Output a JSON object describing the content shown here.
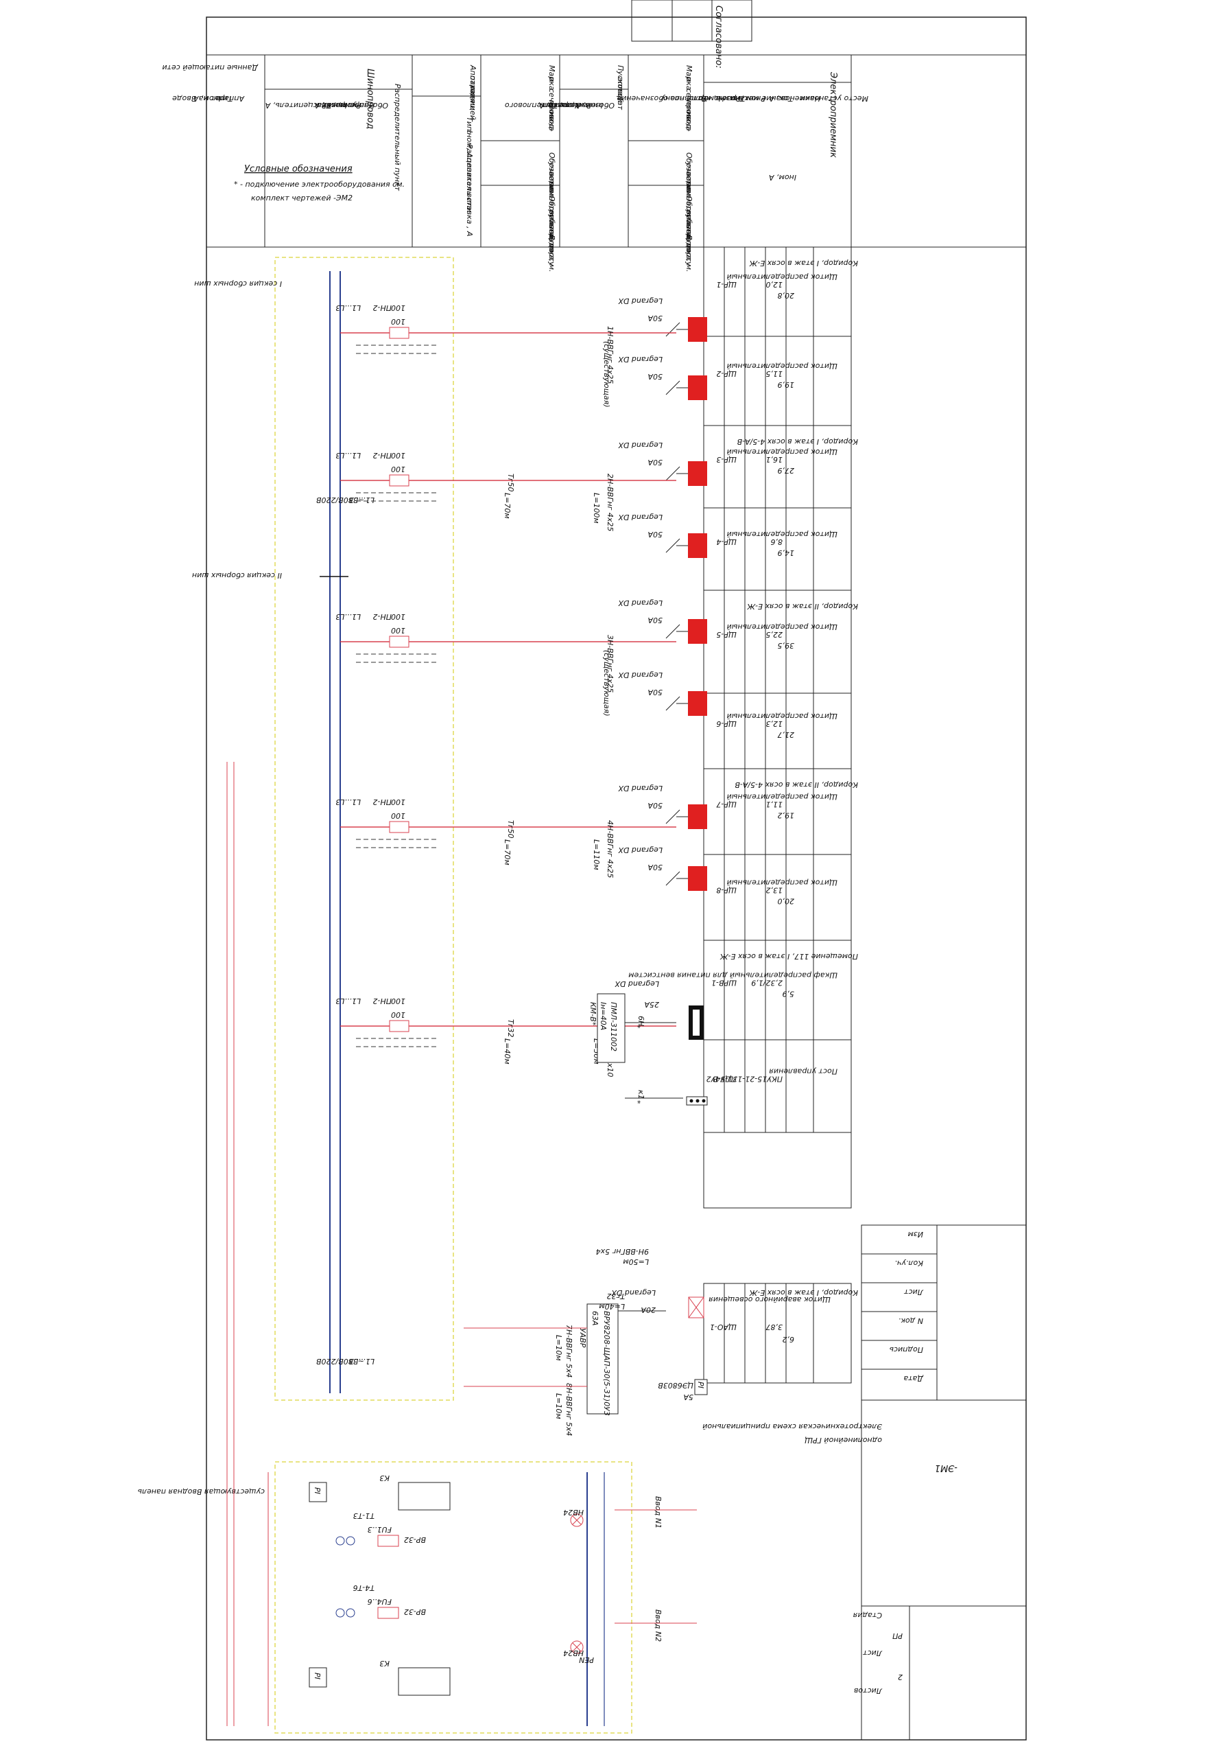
{
  "approval": {
    "label": "Согласовано:"
  },
  "header": {
    "receiver": "Электроприемник",
    "wire_brand": [
      "Марка",
      "и",
      "сечение",
      "провод-",
      "ника"
    ],
    "wire_net": [
      "Обозначен.",
      "участка",
      "сети",
      "длина, м."
    ],
    "wire_tube": [
      "Обозначен.",
      "трубы на",
      "плане, по",
      "стандарту",
      "Длина, м."
    ],
    "starter": [
      "Пусковой",
      "аппарат"
    ],
    "starter_rows": [
      "Обозначение, Тип",
      "Iном, А",
      "Расцепитель,",
      "Уставка теплового",
      "реле, А"
    ],
    "outgoing": [
      "Аппарат",
      "отходящей",
      "линии"
    ],
    "outgoing_rows": [
      "Тип:",
      "Iном, А",
      "Расцепитель или",
      "плавкая вставка , А"
    ],
    "busway": "Шинопровод",
    "dist_point": "Распределительный пункт",
    "busway_rows": [
      "Обозначение, Тип",
      "Напряжение,",
      "Руст., кВт",
      "Iрасч., А"
    ],
    "release": "Расцепитель, А",
    "supply": "Данные питающей сети",
    "supply_rows": [
      "Аппарат на Вводе",
      "Тип:",
      "Iном, А"
    ],
    "rows": [
      "Место установки",
      "Наименование механизма",
      "Ток, А",
      "Iном, А",
      "Рном./Ррасч., кВт",
      "Тип",
      "Номер по плану",
      "Условное обозначение"
    ]
  },
  "legend": {
    "title": "Условные обозначения",
    "note": "* - подключение электрооборудования см.",
    "note2": "комплект чертежей -ЭМ2"
  },
  "boards": [
    {
      "id": "ЩР-1",
      "p": "12,0",
      "i": "20,8",
      "name": "Щиток распределительный",
      "place": "Коридор, I этаж в осях Е-Ж",
      "breaker": "Legrand DX",
      "amp": "50A"
    },
    {
      "id": "ЩР-2",
      "p": "11,5",
      "i": "19,9",
      "name": "Щиток распределительный",
      "place": "",
      "breaker": "Legrand DX",
      "amp": "50A"
    },
    {
      "id": "ЩР-3",
      "p": "16,1",
      "i": "27,9",
      "name": "Щиток распределительный",
      "place": "Коридор, I этаж в осях 4-5/А-В",
      "breaker": "Legrand DX",
      "amp": "50A"
    },
    {
      "id": "ЩР-4",
      "p": "8,6",
      "i": "14,9",
      "name": "Щиток распределительный",
      "place": "",
      "breaker": "Legrand DX",
      "amp": "50A"
    },
    {
      "id": "ЩР-5",
      "p": "22,5",
      "i": "39,5",
      "name": "Щиток распределительный",
      "place": "Коридор, II этаж в осях Е-Ж",
      "breaker": "Legrand DX",
      "amp": "50A"
    },
    {
      "id": "ЩР-6",
      "p": "12,3",
      "i": "21,7",
      "name": "Щиток распределительный",
      "place": "",
      "breaker": "Legrand DX",
      "amp": "50A"
    },
    {
      "id": "ЩР-7",
      "p": "11,1",
      "i": "19,2",
      "name": "Щиток распределительный",
      "place": "Коридор, II этаж в осях 4-5/А-В",
      "breaker": "Legrand DX",
      "amp": "50A"
    },
    {
      "id": "ЩР-8",
      "p": "13,2",
      "i": "20,0",
      "name": "Щиток распределительный",
      "place": "",
      "breaker": "Legrand DX",
      "amp": "50A"
    },
    {
      "id": "ШРВ-1",
      "p": "2,32/1,9",
      "i": "5,9",
      "name": "Шкаф распределительный для питания вентсистем",
      "place": "Помещение 117, I этаж в осях Е-Ж",
      "breaker": "Legrand DX",
      "amp": "25A"
    },
    {
      "id": "ПДУ-В",
      "p": "ПКУ15-21-131-54У2",
      "i": "",
      "name": "Пост управления",
      "place": "",
      "breaker": "",
      "amp": ""
    }
  ],
  "emergency": {
    "id": "ЩАО-1",
    "p": "3,87",
    "i": "6,2",
    "name": "Щиток аварийного освещения",
    "place": "Коридор, I этаж в осях Е-Ж",
    "breaker": "Legrand DX",
    "amp": "20A",
    "meter": "РI",
    "meter_label": "ЦЭ6803В",
    "meter_amp": "5A"
  },
  "feeders": [
    {
      "cable": "1Н-ВВГнг 4х25",
      "note": "(существующая)",
      "length": "",
      "tube": ""
    },
    {
      "cable": "2Н-ВВГнг 4х25",
      "note": "",
      "length": "L=100м",
      "tube": "Тг50",
      "tube_len": "L=70м"
    },
    {
      "cable": "3Н-ВВГнг 4х25",
      "note": "(существующая)",
      "length": "",
      "tube": ""
    },
    {
      "cable": "4Н-ВВГнг 4х25",
      "note": "",
      "length": "L=110м",
      "tube": "Тг50",
      "tube_len": "L=70м"
    },
    {
      "cable": "5Н-ВВГнг 4х10",
      "note": "",
      "length": "L=50м",
      "tube": "Тг32",
      "tube_len": "L=40м"
    }
  ],
  "starter": {
    "label1": "ПМЛ-311002",
    "label2": "Iн=40А",
    "km": "КМ-В*",
    "wire": "6Н",
    "k1": "к1",
    "star": "*"
  },
  "switch": {
    "type": "ПН-2",
    "i": "100",
    "fuse": "100",
    "busL": "L1...L3"
  },
  "sections": {
    "s1": "I секция сборных шин",
    "s2": "II секция сборных шин",
    "voltage": "~380В/220В",
    "busL": "L1...L3"
  },
  "emerg_feed": {
    "cable": "9Н-ВВГнг 5х4",
    "len": "L=50м",
    "tube": "Тг32",
    "tube_len": "L=40м",
    "avr": "УАВР",
    "avr_type": "ВРУ8208-ЩАП-30(5-31)0У3",
    "avr_amp": "63А"
  },
  "incoming_cables": [
    {
      "label": "7Н-ВВГнг 5х4",
      "len": "L=10м"
    },
    {
      "label": "8Н-ВВГнг 5х4",
      "len": "L=10м"
    }
  ],
  "inputs": [
    "Ввод N1",
    "Ввод N2"
  ],
  "panel": {
    "title": "существующая Вводная панель",
    "ct1": "Т1-Т3",
    "ct2": "Т4-Т6",
    "fu1": "FU1..3",
    "fu2": "FU4..6",
    "br1": "ВР-32",
    "br2": "ВР-32",
    "lamp": "HB24",
    "pen": "PEN",
    "pi": "PI",
    "k3": "К3"
  },
  "stamp": {
    "cols": [
      "Изм",
      "Кол.уч.",
      "Лист",
      "N док.",
      "Подпись",
      "Дата"
    ],
    "code": "-ЭМ1",
    "title": [
      "Электротехническая схема принципиальной",
      "однолинейной ГРЩ"
    ],
    "stage_hdr": [
      "Стадия",
      "Лист",
      "Листов"
    ],
    "stage": "РП",
    "sheet": "2"
  }
}
